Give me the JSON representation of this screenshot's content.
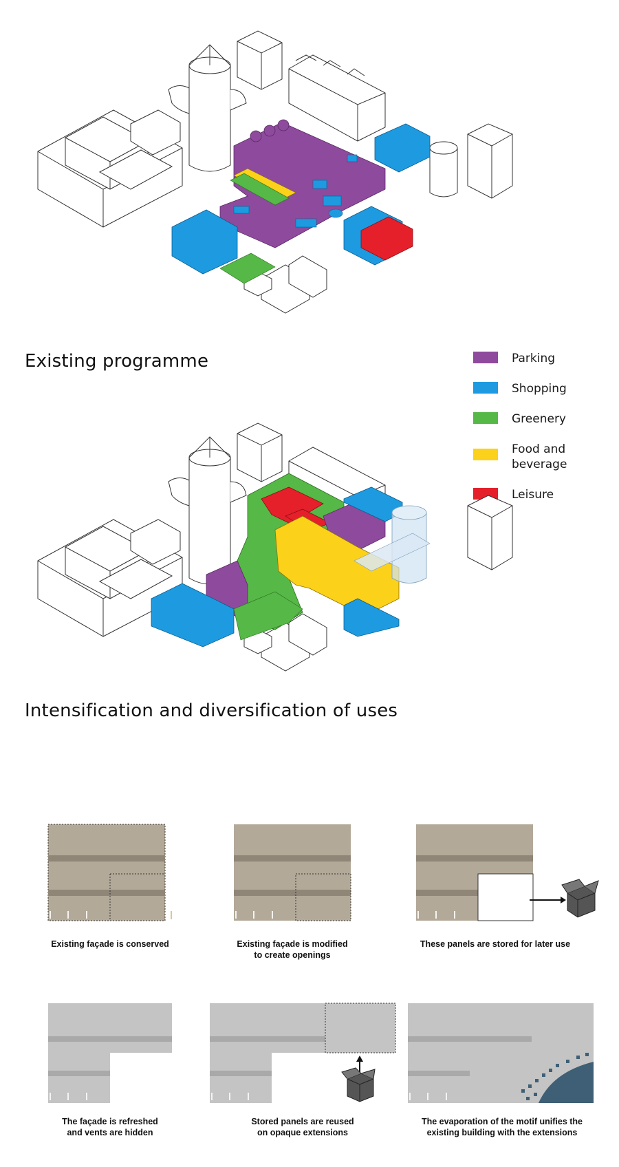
{
  "headings": {
    "existing": "Existing programme",
    "intensification": "Intensification and diversification of uses"
  },
  "legend": [
    {
      "label": "Parking",
      "color": "#8e4a9c"
    },
    {
      "label": "Shopping",
      "color": "#1e9be0"
    },
    {
      "label": "Greenery",
      "color": "#56b846"
    },
    {
      "label": "Food and beverage",
      "color": "#fcd11a"
    },
    {
      "label": "Leisure",
      "color": "#e5202a"
    }
  ],
  "captions": [
    "Existing façade is conserved",
    "Existing façade is modified\nto create openings",
    "These panels are stored for later use",
    "The façade is refreshed\nand vents are hidden",
    "Stored panels are reused\non opaque extensions",
    "The evaporation of the motif unifies the\nexisting building with the extensions"
  ],
  "colors": {
    "parking": "#8e4a9c",
    "shopping": "#1e9be0",
    "greenery": "#56b846",
    "food": "#fcd11a",
    "leisure": "#e5202a",
    "facade_beige": "#b3a999",
    "facade_grey": "#c4c4c4",
    "mosaic_blue": "#3e5f75"
  }
}
